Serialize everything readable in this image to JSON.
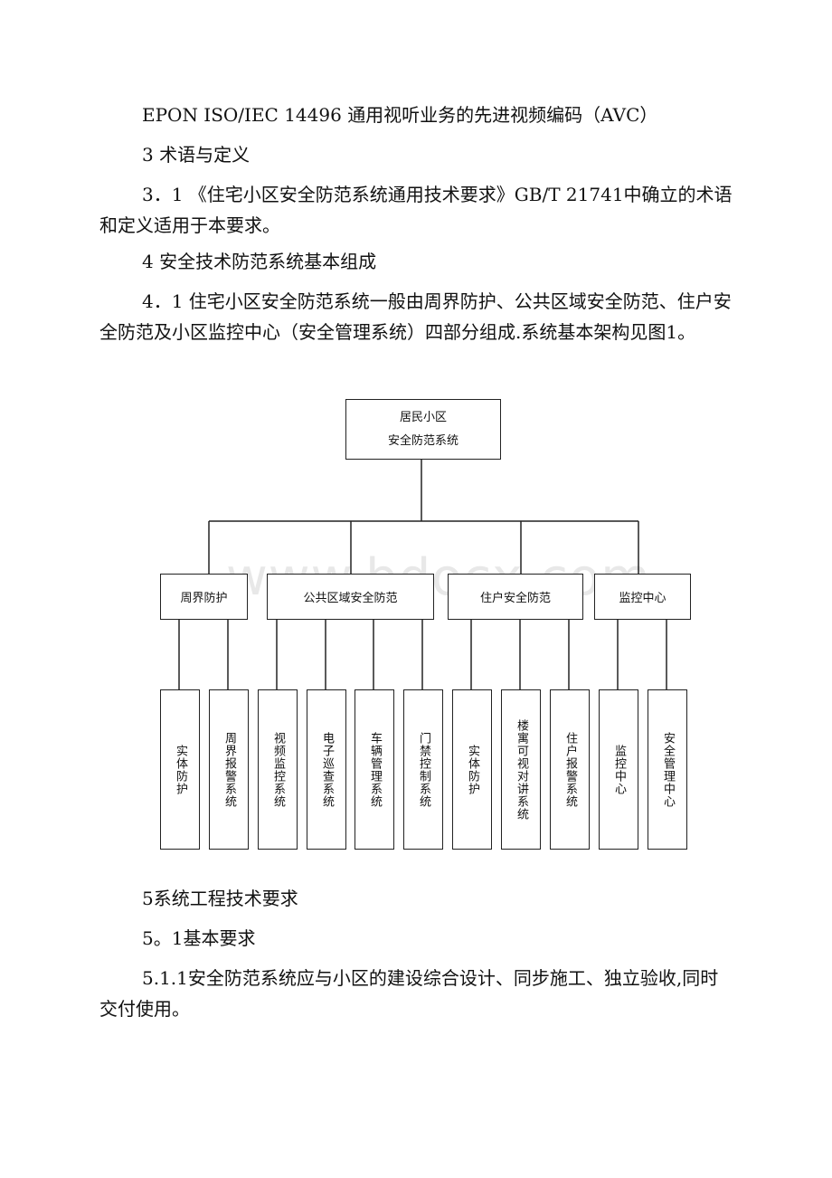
{
  "paragraphs": {
    "p1": "EPON ISO/IEC 14496  通用视听业务的先进视频编码（AVC）",
    "p2": "3  术语与定义",
    "p3": "3．1 《住宅小区安全防范系统通用技术要求》GB/T 21741中确立的术语和定义适用于本要求。",
    "p4": "4  安全技术防范系统基本组成",
    "p5": "4．1  住宅小区安全防范系统一般由周界防护、公共区域安全防范、住户安全防范及小区监控中心（安全管理系统）四部分组成.系统基本架构见图1。",
    "p6": "5系统工程技术要求",
    "p7": "5。1基本要求",
    "p8": "5.1.1安全防范系统应与小区的建设综合设计、同步施工、独立验收,同时交付使用。"
  },
  "watermark": "www.bdocx.com",
  "diagram": {
    "root": {
      "line1": "居民小区",
      "line2": "安全防范系统"
    },
    "groups": [
      {
        "label": "周界防护",
        "children": [
          "实体防护",
          "周界报警系统"
        ]
      },
      {
        "label": "公共区域安全防范",
        "children": [
          "视频监控系统",
          "电子巡查系统",
          "车辆管理系统",
          "门禁控制系统"
        ]
      },
      {
        "label": "住户安全防范",
        "children": [
          "实体防护",
          "楼寓可视对讲系统",
          "住户报警系统"
        ]
      },
      {
        "label": "监控中心",
        "children": [
          "监控中心",
          "安全管理中心"
        ]
      }
    ]
  }
}
